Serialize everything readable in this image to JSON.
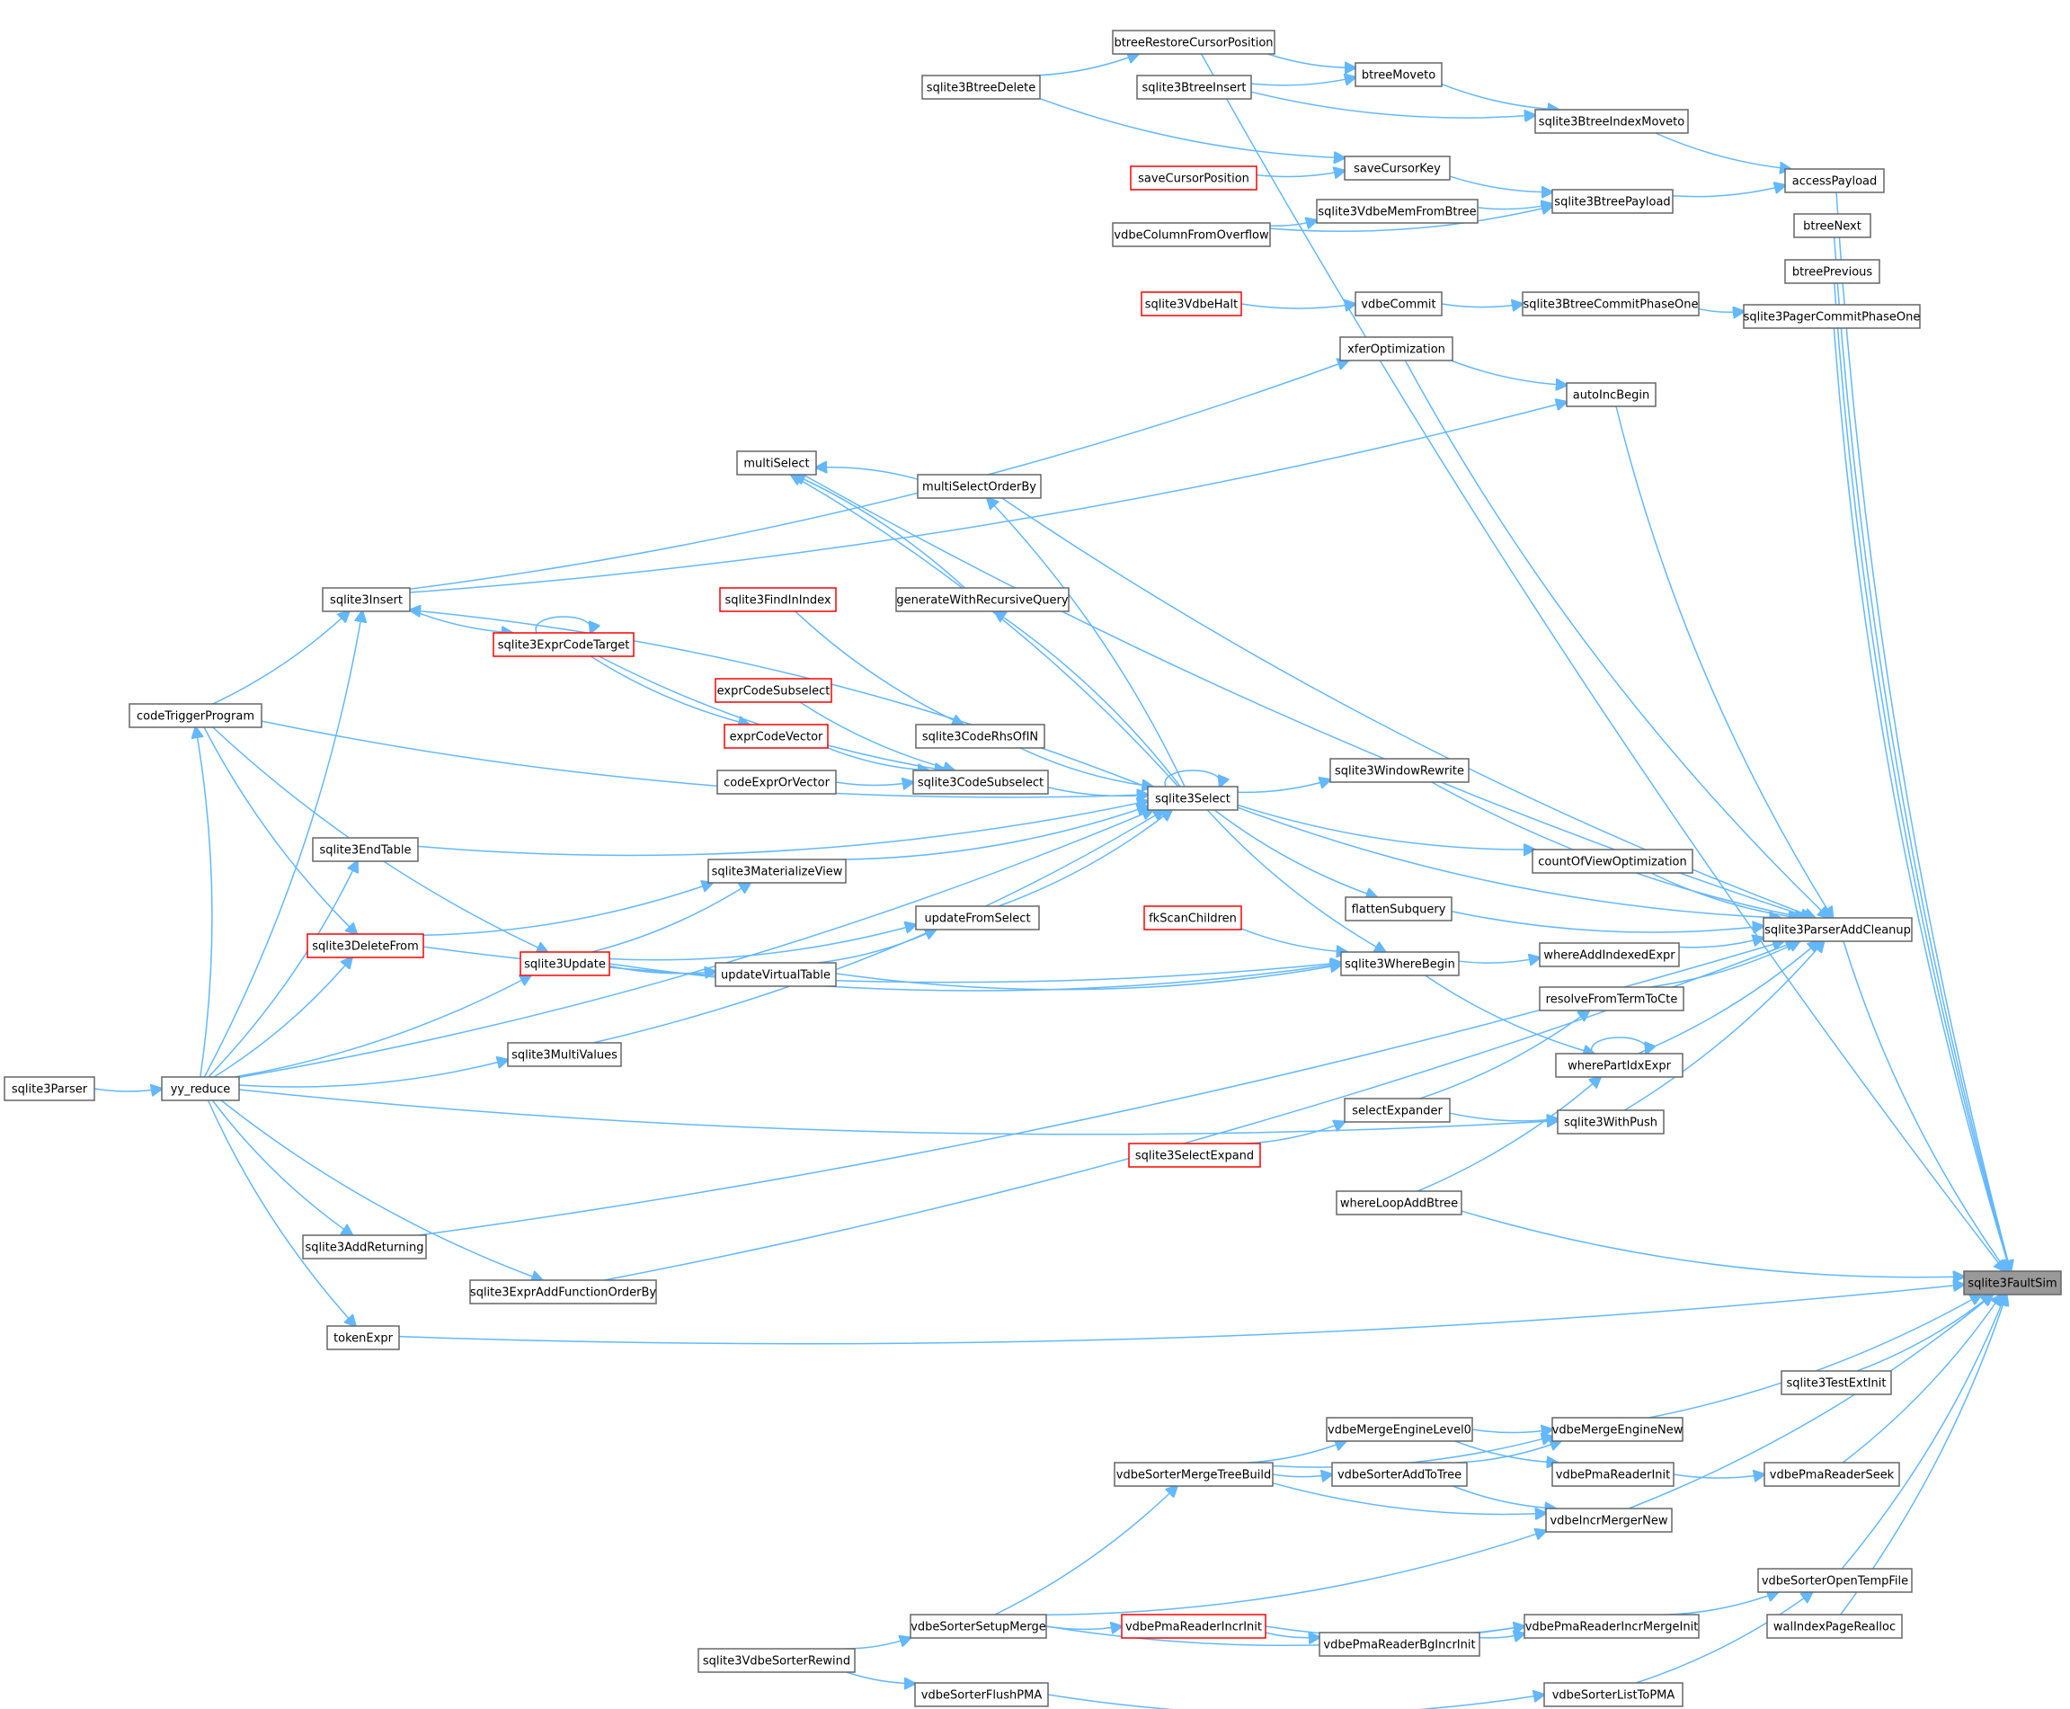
{
  "title": "",
  "colors": {
    "edge": "#63b8ff",
    "node_border": "#666666",
    "node_border_red": "#ff0000",
    "node_highlight": "#999999"
  },
  "nodes": [
    {
      "id": "faultsim",
      "label": "sqlite3FaultSim",
      "style": "hl"
    },
    {
      "id": "btreeRestore",
      "label": "btreeRestoreCursorPosition",
      "style": "normal"
    },
    {
      "id": "btreeDelete",
      "label": "sqlite3BtreeDelete",
      "style": "normal"
    },
    {
      "id": "btreeMoveto",
      "label": "btreeMoveto",
      "style": "normal"
    },
    {
      "id": "btreeInsert",
      "label": "sqlite3BtreeInsert",
      "style": "normal"
    },
    {
      "id": "btreeIndexMoveto",
      "label": "sqlite3BtreeIndexMoveto",
      "style": "normal"
    },
    {
      "id": "saveCursorPosition",
      "label": "saveCursorPosition",
      "style": "red"
    },
    {
      "id": "saveCursorKey",
      "label": "saveCursorKey",
      "style": "normal"
    },
    {
      "id": "btreePayload",
      "label": "sqlite3BtreePayload",
      "style": "normal"
    },
    {
      "id": "accessPayload",
      "label": "accessPayload",
      "style": "normal"
    },
    {
      "id": "vdbeMemFromBtree",
      "label": "sqlite3VdbeMemFromBtree",
      "style": "normal"
    },
    {
      "id": "vdbeColumnFromOverflow",
      "label": "vdbeColumnFromOverflow",
      "style": "normal"
    },
    {
      "id": "btreeNext",
      "label": "btreeNext",
      "style": "normal"
    },
    {
      "id": "btreePrevious",
      "label": "btreePrevious",
      "style": "normal"
    },
    {
      "id": "vdbeHalt",
      "label": "sqlite3VdbeHalt",
      "style": "red"
    },
    {
      "id": "vdbeCommit",
      "label": "vdbeCommit",
      "style": "normal"
    },
    {
      "id": "btreeCommitPhaseOne",
      "label": "sqlite3BtreeCommitPhaseOne",
      "style": "normal"
    },
    {
      "id": "pagerCommitPhaseOne",
      "label": "sqlite3PagerCommitPhaseOne",
      "style": "normal"
    },
    {
      "id": "xferOptimization",
      "label": "xferOptimization",
      "style": "normal"
    },
    {
      "id": "autoIncBegin",
      "label": "autoIncBegin",
      "style": "normal"
    },
    {
      "id": "multiSelect",
      "label": "multiSelect",
      "style": "normal"
    },
    {
      "id": "multiSelectOrderBy",
      "label": "multiSelectOrderBy",
      "style": "normal"
    },
    {
      "id": "sqlite3Insert",
      "label": "sqlite3Insert",
      "style": "normal"
    },
    {
      "id": "findInIndex",
      "label": "sqlite3FindInIndex",
      "style": "red"
    },
    {
      "id": "generateWithRecursiveQuery",
      "label": "generateWithRecursiveQuery",
      "style": "normal"
    },
    {
      "id": "exprCodeTarget",
      "label": "sqlite3ExprCodeTarget",
      "style": "red"
    },
    {
      "id": "codeTriggerProgram",
      "label": "codeTriggerProgram",
      "style": "normal"
    },
    {
      "id": "exprCodeSubselect",
      "label": "exprCodeSubselect",
      "style": "red"
    },
    {
      "id": "exprCodeVector",
      "label": "exprCodeVector",
      "style": "red"
    },
    {
      "id": "codeRhsOfIN",
      "label": "sqlite3CodeRhsOfIN",
      "style": "normal"
    },
    {
      "id": "codeExprOrVector",
      "label": "codeExprOrVector",
      "style": "normal"
    },
    {
      "id": "codeSubselect",
      "label": "sqlite3CodeSubselect",
      "style": "normal"
    },
    {
      "id": "sqlite3Select",
      "label": "sqlite3Select",
      "style": "normal"
    },
    {
      "id": "windowRewrite",
      "label": "sqlite3WindowRewrite",
      "style": "normal"
    },
    {
      "id": "endTable",
      "label": "sqlite3EndTable",
      "style": "normal"
    },
    {
      "id": "materializeView",
      "label": "sqlite3MaterializeView",
      "style": "normal"
    },
    {
      "id": "countOfViewOptimization",
      "label": "countOfViewOptimization",
      "style": "normal"
    },
    {
      "id": "flattenSubquery",
      "label": "flattenSubquery",
      "style": "normal"
    },
    {
      "id": "parserAddCleanup",
      "label": "sqlite3ParserAddCleanup",
      "style": "normal"
    },
    {
      "id": "updateFromSelect",
      "label": "updateFromSelect",
      "style": "normal"
    },
    {
      "id": "fkScanChildren",
      "label": "fkScanChildren",
      "style": "red"
    },
    {
      "id": "deleteFrom",
      "label": "sqlite3DeleteFrom",
      "style": "red"
    },
    {
      "id": "sqlite3Update",
      "label": "sqlite3Update",
      "style": "red"
    },
    {
      "id": "updateVirtualTable",
      "label": "updateVirtualTable",
      "style": "normal"
    },
    {
      "id": "whereBegin",
      "label": "sqlite3WhereBegin",
      "style": "normal"
    },
    {
      "id": "whereAddIndexedExpr",
      "label": "whereAddIndexedExpr",
      "style": "normal"
    },
    {
      "id": "resolveFromTermToCte",
      "label": "resolveFromTermToCte",
      "style": "normal"
    },
    {
      "id": "wherePartIdxExpr",
      "label": "wherePartIdxExpr",
      "style": "normal"
    },
    {
      "id": "multiValues",
      "label": "sqlite3MultiValues",
      "style": "normal"
    },
    {
      "id": "sqlite3Parser",
      "label": "sqlite3Parser",
      "style": "normal"
    },
    {
      "id": "yyReduce",
      "label": "yy_reduce",
      "style": "normal"
    },
    {
      "id": "selectExpander",
      "label": "selectExpander",
      "style": "normal"
    },
    {
      "id": "withPush",
      "label": "sqlite3WithPush",
      "style": "normal"
    },
    {
      "id": "selectExpand",
      "label": "sqlite3SelectExpand",
      "style": "red"
    },
    {
      "id": "whereLoopAddBtree",
      "label": "whereLoopAddBtree",
      "style": "normal"
    },
    {
      "id": "addReturning",
      "label": "sqlite3AddReturning",
      "style": "normal"
    },
    {
      "id": "exprAddFunctionOrderBy",
      "label": "sqlite3ExprAddFunctionOrderBy",
      "style": "normal"
    },
    {
      "id": "tokenExpr",
      "label": "tokenExpr",
      "style": "normal"
    },
    {
      "id": "testExtInit",
      "label": "sqlite3TestExtInit",
      "style": "normal"
    },
    {
      "id": "vdbeMergeEngineNew",
      "label": "vdbeMergeEngineNew",
      "style": "normal"
    },
    {
      "id": "vdbeMergeEngineLevel0",
      "label": "vdbeMergeEngineLevel0",
      "style": "normal"
    },
    {
      "id": "vdbeSorterMergeTreeBuild",
      "label": "vdbeSorterMergeTreeBuild",
      "style": "normal"
    },
    {
      "id": "vdbeSorterAddToTree",
      "label": "vdbeSorterAddToTree",
      "style": "normal"
    },
    {
      "id": "vdbePmaReaderInit",
      "label": "vdbePmaReaderInit",
      "style": "normal"
    },
    {
      "id": "vdbePmaReaderSeek",
      "label": "vdbePmaReaderSeek",
      "style": "normal"
    },
    {
      "id": "vdbeIncrMergerNew",
      "label": "vdbeIncrMergerNew",
      "style": "normal"
    },
    {
      "id": "vdbeSorterOpenTempFile",
      "label": "vdbeSorterOpenTempFile",
      "style": "normal"
    },
    {
      "id": "vdbeSorterSetupMerge",
      "label": "vdbeSorterSetupMerge",
      "style": "normal"
    },
    {
      "id": "vdbePmaReaderIncrInit",
      "label": "vdbePmaReaderIncrInit",
      "style": "red"
    },
    {
      "id": "vdbePmaReaderIncrMergeInit",
      "label": "vdbePmaReaderIncrMergeInit",
      "style": "normal"
    },
    {
      "id": "walIndexPageRealloc",
      "label": "walIndexPageRealloc",
      "style": "normal"
    },
    {
      "id": "vdbeSorterRewind",
      "label": "sqlite3VdbeSorterRewind",
      "style": "normal"
    },
    {
      "id": "vdbePmaReaderBgIncrInit",
      "label": "vdbePmaReaderBgIncrInit",
      "style": "normal"
    },
    {
      "id": "vdbeSorterFlushPMA",
      "label": "vdbeSorterFlushPMA",
      "style": "normal"
    },
    {
      "id": "vdbeSorterListToPMA",
      "label": "vdbeSorterListToPMA",
      "style": "normal"
    }
  ],
  "edges": [
    [
      "btreeRestore",
      "faultsim"
    ],
    [
      "btreeDelete",
      "btreeRestore"
    ],
    [
      "btreeRestore",
      "btreeMoveto"
    ],
    [
      "btreeInsert",
      "btreeMoveto"
    ],
    [
      "btreeMoveto",
      "btreeIndexMoveto"
    ],
    [
      "btreeInsert",
      "btreeIndexMoveto"
    ],
    [
      "btreeIndexMoveto",
      "accessPayload"
    ],
    [
      "btreeDelete",
      "saveCursorKey"
    ],
    [
      "saveCursorPosition",
      "saveCursorKey"
    ],
    [
      "saveCursorKey",
      "btreePayload"
    ],
    [
      "btreePayload",
      "accessPayload"
    ],
    [
      "vdbeMemFromBtree",
      "btreePayload"
    ],
    [
      "vdbeColumnFromOverflow",
      "vdbeMemFromBtree"
    ],
    [
      "vdbeColumnFromOverflow",
      "btreePayload"
    ],
    [
      "accessPayload",
      "faultsim"
    ],
    [
      "btreeNext",
      "faultsim"
    ],
    [
      "btreePrevious",
      "faultsim"
    ],
    [
      "vdbeHalt",
      "vdbeCommit"
    ],
    [
      "vdbeCommit",
      "btreeCommitPhaseOne"
    ],
    [
      "btreeCommitPhaseOne",
      "pagerCommitPhaseOne"
    ],
    [
      "pagerCommitPhaseOne",
      "faultsim"
    ],
    [
      "sqlite3Insert",
      "xferOptimization"
    ],
    [
      "xferOptimization",
      "autoIncBegin"
    ],
    [
      "xferOptimization",
      "parserAddCleanup"
    ],
    [
      "sqlite3Insert",
      "autoIncBegin"
    ],
    [
      "autoIncBegin",
      "parserAddCleanup"
    ],
    [
      "multiSelectOrderBy",
      "multiSelect"
    ],
    [
      "sqlite3Select",
      "multiSelect"
    ],
    [
      "sqlite3Select",
      "multiSelectOrderBy"
    ],
    [
      "multiSelectOrderBy",
      "parserAddCleanup"
    ],
    [
      "multiSelect",
      "parserAddCleanup"
    ],
    [
      "generateWithRecursiveQuery",
      "multiSelect"
    ],
    [
      "sqlite3Select",
      "generateWithRecursiveQuery"
    ],
    [
      "sqlite3Insert",
      "exprCodeTarget"
    ],
    [
      "exprCodeTarget",
      "exprCodeTarget"
    ],
    [
      "exprCodeTarget",
      "exprCodeVector"
    ],
    [
      "exprCodeTarget",
      "codeSubselect"
    ],
    [
      "findInIndex",
      "codeRhsOfIN"
    ],
    [
      "codeRhsOfIN",
      "sqlite3Select"
    ],
    [
      "exprCodeSubselect",
      "codeSubselect"
    ],
    [
      "exprCodeVector",
      "codeSubselect"
    ],
    [
      "codeExprOrVector",
      "codeSubselect"
    ],
    [
      "codeSubselect",
      "sqlite3Select"
    ],
    [
      "sqlite3Select",
      "sqlite3Select"
    ],
    [
      "sqlite3Select",
      "sqlite3Insert"
    ],
    [
      "codeTriggerProgram",
      "sqlite3Select"
    ],
    [
      "codeTriggerProgram",
      "sqlite3Insert"
    ],
    [
      "sqlite3Select",
      "windowRewrite"
    ],
    [
      "windowRewrite",
      "parserAddCleanup"
    ],
    [
      "endTable",
      "sqlite3Select"
    ],
    [
      "sqlite3Select",
      "parserAddCleanup"
    ],
    [
      "sqlite3Select",
      "countOfViewOptimization"
    ],
    [
      "countOfViewOptimization",
      "parserAddCleanup"
    ],
    [
      "sqlite3Select",
      "flattenSubquery"
    ],
    [
      "flattenSubquery",
      "parserAddCleanup"
    ],
    [
      "materializeView",
      "sqlite3Select"
    ],
    [
      "deleteFrom",
      "materializeView"
    ],
    [
      "sqlite3Update",
      "materializeView"
    ],
    [
      "updateFromSelect",
      "sqlite3Select"
    ],
    [
      "sqlite3Update",
      "updateFromSelect"
    ],
    [
      "updateVirtualTable",
      "updateFromSelect"
    ],
    [
      "sqlite3Update",
      "updateVirtualTable"
    ],
    [
      "sqlite3Select",
      "whereBegin"
    ],
    [
      "fkScanChildren",
      "whereBegin"
    ],
    [
      "updateVirtualTable",
      "whereBegin"
    ],
    [
      "sqlite3Update",
      "whereBegin"
    ],
    [
      "deleteFrom",
      "whereBegin"
    ],
    [
      "whereBegin",
      "whereAddIndexedExpr"
    ],
    [
      "whereAddIndexedExpr",
      "parserAddCleanup"
    ],
    [
      "whereBegin",
      "wherePartIdxExpr"
    ],
    [
      "wherePartIdxExpr",
      "wherePartIdxExpr"
    ],
    [
      "wherePartIdxExpr",
      "parserAddCleanup"
    ],
    [
      "resolveFromTermToCte",
      "parserAddCleanup"
    ],
    [
      "selectExpander",
      "resolveFromTermToCte"
    ],
    [
      "selectExpander",
      "withPush"
    ],
    [
      "selectExpand",
      "selectExpander"
    ],
    [
      "withPush",
      "parserAddCleanup"
    ],
    [
      "whereLoopAddBtree",
      "wherePartIdxExpr"
    ],
    [
      "whereLoopAddBtree",
      "faultsim"
    ],
    [
      "multiValues",
      "sqlite3Select"
    ],
    [
      "sqlite3Parser",
      "yyReduce"
    ],
    [
      "yyReduce",
      "sqlite3Insert"
    ],
    [
      "yyReduce",
      "codeTriggerProgram"
    ],
    [
      "codeTriggerProgram",
      "deleteFrom"
    ],
    [
      "codeTriggerProgram",
      "sqlite3Update"
    ],
    [
      "yyReduce",
      "endTable"
    ],
    [
      "yyReduce",
      "deleteFrom"
    ],
    [
      "yyReduce",
      "sqlite3Update"
    ],
    [
      "yyReduce",
      "multiValues"
    ],
    [
      "yyReduce",
      "sqlite3Select"
    ],
    [
      "yyReduce",
      "withPush"
    ],
    [
      "yyReduce",
      "addReturning"
    ],
    [
      "yyReduce",
      "exprAddFunctionOrderBy"
    ],
    [
      "yyReduce",
      "tokenExpr"
    ],
    [
      "addReturning",
      "parserAddCleanup"
    ],
    [
      "exprAddFunctionOrderBy",
      "parserAddCleanup"
    ],
    [
      "tokenExpr",
      "faultsim"
    ],
    [
      "parserAddCleanup",
      "faultsim"
    ],
    [
      "testExtInit",
      "faultsim"
    ],
    [
      "vdbeMergeEngineLevel0",
      "vdbeMergeEngineNew"
    ],
    [
      "vdbeSorterMergeTreeBuild",
      "vdbeMergeEngineNew"
    ],
    [
      "vdbeSorterMergeTreeBuild",
      "vdbeMergeEngineLevel0"
    ],
    [
      "vdbeSorterMergeTreeBuild",
      "vdbeSorterAddToTree"
    ],
    [
      "vdbeSorterAddToTree",
      "vdbeMergeEngineNew"
    ],
    [
      "vdbeMergeEngineLevel0",
      "vdbePmaReaderInit"
    ],
    [
      "vdbeMergeEngineNew",
      "faultsim"
    ],
    [
      "vdbePmaReaderInit",
      "vdbePmaReaderSeek"
    ],
    [
      "vdbePmaReaderSeek",
      "faultsim"
    ],
    [
      "vdbeSorterAddToTree",
      "vdbeIncrMergerNew"
    ],
    [
      "vdbeSorterMergeTreeBuild",
      "vdbeIncrMergerNew"
    ],
    [
      "vdbeSorterSetupMerge",
      "vdbeIncrMergerNew"
    ],
    [
      "vdbeIncrMergerNew",
      "faultsim"
    ],
    [
      "vdbeSorterSetupMerge",
      "vdbeSorterMergeTreeBuild"
    ],
    [
      "vdbeSorterSetupMerge",
      "vdbePmaReaderIncrInit"
    ],
    [
      "vdbePmaReaderIncrInit",
      "vdbePmaReaderIncrMergeInit"
    ],
    [
      "vdbePmaReaderIncrInit",
      "vdbePmaReaderBgIncrInit"
    ],
    [
      "vdbePmaReaderBgIncrInit",
      "vdbePmaReaderIncrMergeInit"
    ],
    [
      "vdbeSorterSetupMerge",
      "vdbePmaReaderIncrMergeInit"
    ],
    [
      "vdbePmaReaderIncrMergeInit",
      "vdbeSorterOpenTempFile"
    ],
    [
      "vdbeSorterOpenTempFile",
      "faultsim"
    ],
    [
      "walIndexPageRealloc",
      "faultsim"
    ],
    [
      "vdbeSorterRewind",
      "vdbeSorterSetupMerge"
    ],
    [
      "vdbeSorterRewind",
      "vdbeSorterFlushPMA"
    ],
    [
      "vdbeSorterFlushPMA",
      "vdbeSorterListToPMA"
    ],
    [
      "vdbeSorterListToPMA",
      "vdbeSorterOpenTempFile"
    ]
  ]
}
